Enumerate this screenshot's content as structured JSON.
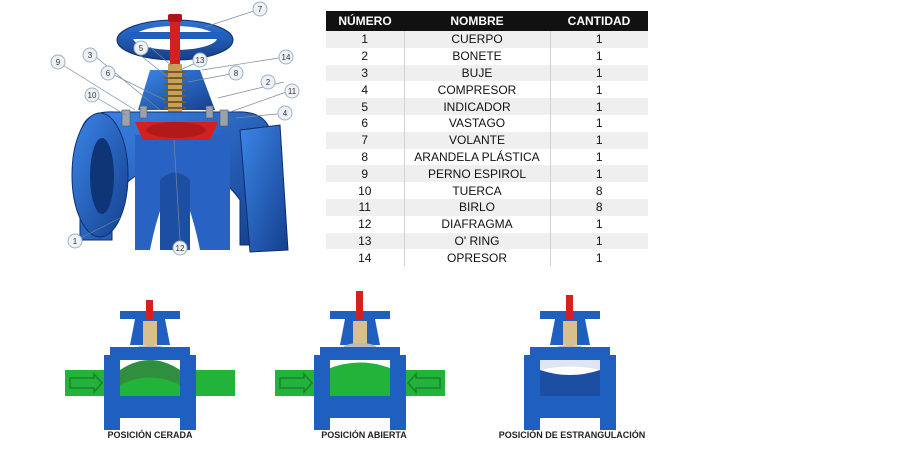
{
  "table": {
    "headers": [
      "NÚMERO",
      "NOMBRE",
      "CANTIDAD"
    ],
    "rows": [
      [
        "1",
        "CUERPO",
        "1"
      ],
      [
        "2",
        "BONETE",
        "1"
      ],
      [
        "3",
        "BUJE",
        "1"
      ],
      [
        "4",
        "COMPRESOR",
        "1"
      ],
      [
        "5",
        "INDICADOR",
        "1"
      ],
      [
        "6",
        "VASTAGO",
        "1"
      ],
      [
        "7",
        "VOLANTE",
        "1"
      ],
      [
        "8",
        "ARANDELA PLÁSTICA",
        "1"
      ],
      [
        "9",
        "PERNO ESPIROL",
        "1"
      ],
      [
        "10",
        "TUERCA",
        "8"
      ],
      [
        "11",
        "BIRLO",
        "8"
      ],
      [
        "12",
        "DIAFRAGMA",
        "1"
      ],
      [
        "13",
        "O' RING",
        "1"
      ],
      [
        "14",
        "OPRESOR",
        "1"
      ]
    ]
  },
  "callouts": [
    "1",
    "2",
    "3",
    "4",
    "5",
    "6",
    "7",
    "8",
    "9",
    "10",
    "11",
    "12",
    "13",
    "14"
  ],
  "positions": {
    "closed": "POSICIÓN CERADA",
    "open": "POSICIÓN ABIERTA",
    "throttle": "POSICIÓN DE ESTRANGULACIÓN"
  },
  "colors": {
    "body_blue": "#1f5fbf",
    "body_dark": "#123f8a",
    "diaphragm_red": "#d42020",
    "flow_green": "#22b43a",
    "table_header": "#111111"
  }
}
